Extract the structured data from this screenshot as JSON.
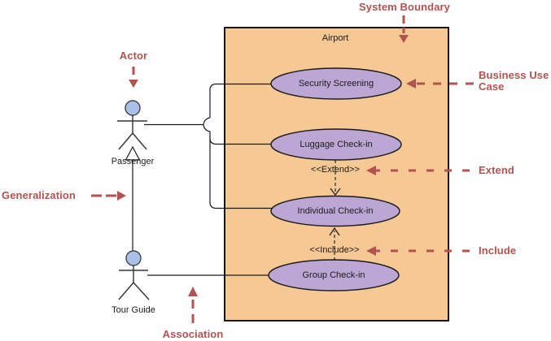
{
  "colors": {
    "annotation": "#B25351",
    "boundary_fill": "#F6C894",
    "usecase_fill": "#BCA7D4",
    "actor_head_fill": "#A9C1E8"
  },
  "system": {
    "name": "Airport"
  },
  "actors": {
    "passenger": "Passenger",
    "tour_guide": "Tour Guide"
  },
  "use_cases": [
    {
      "label": "Security Screening"
    },
    {
      "label": "Luggage Check-in"
    },
    {
      "label": "Individual Check-in"
    },
    {
      "label": "Group Check-in"
    }
  ],
  "stereotypes": {
    "extend": "<<Extend>>",
    "include": "<<Include>>"
  },
  "annotations": {
    "system_boundary": "System Boundary",
    "actor": "Actor",
    "business_use_case": "Business Use Case",
    "extend": "Extend",
    "include": "Include",
    "generalization": "Generalization",
    "association": "Association"
  }
}
